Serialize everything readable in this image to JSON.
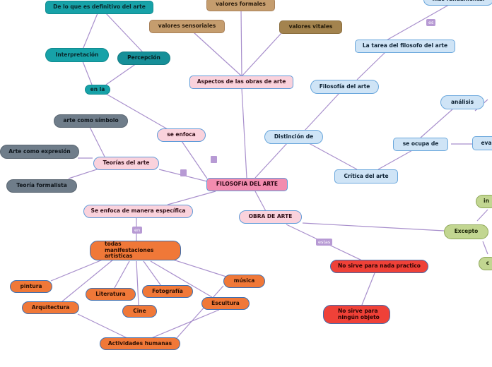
{
  "nodes": {
    "definitivo": "De lo que es definitivo del arte",
    "valores_formales": "valores formales",
    "fundamental": "más fundamental",
    "valores_sensoriales": "valores sensoriales",
    "valores_vitales": "valores vitales",
    "interpretacion": "Interpretación",
    "percepcion": "Percepción",
    "tarea": "La tarea del filosofo del arte",
    "en_la": "en la",
    "aspectos": "Aspectos de las obras de arte",
    "filosofia_arte": "Filosofía del arte",
    "analisis": "análisis",
    "simbolo": "arte como símbolo",
    "se_enfoca": "se enfoca",
    "distincion": "Distinción de",
    "se_ocupa": "se ocupa de",
    "eva": "eva",
    "expresion": "Arte como expresión",
    "teorias": "Teorías del arte",
    "critica": "Crítica del arte",
    "formalista": "Teoría formalista",
    "central": "FILOSOFIA DEL ARTE",
    "especifica": "Se enfoca de manera específica",
    "obra": "OBRA DE ARTE",
    "in": "in",
    "excepto": "Excepto",
    "manifestaciones": "todas manifestaciones artísticas",
    "no_sirve_practico": "No sirve para nada practico",
    "c": "c",
    "pintura": "pintura",
    "musica": "música",
    "literatura": "Literatura",
    "fotografia": "Fotografía",
    "arquitectura": "Arquitectura",
    "escultura": "Escultura",
    "cine": "Cine",
    "no_sirve_objeto": "No sirve para ningún objeto",
    "actividades": "Actividades humanas"
  },
  "link_labels": {
    "es": "es",
    "en": "en",
    "estas": "estas"
  },
  "colors": {
    "line": "#a88fcc",
    "teal": "#17a2a8",
    "tan": "#c59d6e",
    "pink": "#fad2dc",
    "central": "#f28caf",
    "blue": "#cfe4f6",
    "gray": "#6f7d8a",
    "orange": "#f07838",
    "red": "#ef4138",
    "green": "#c2d691"
  }
}
